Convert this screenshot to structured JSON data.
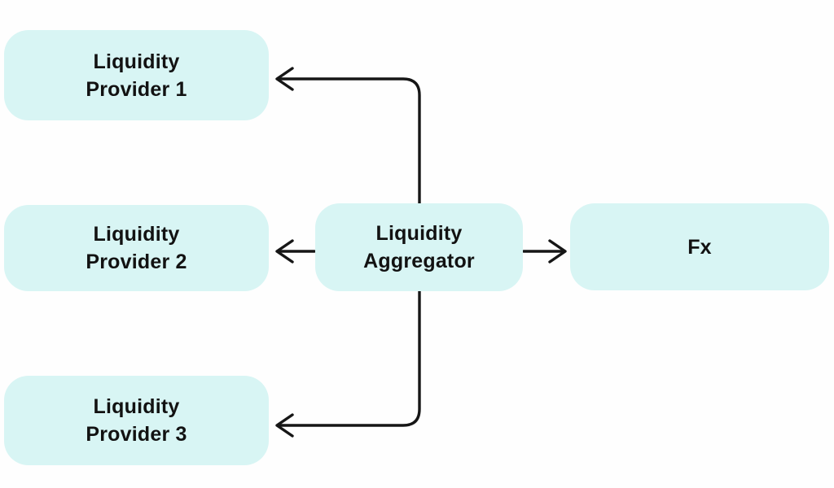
{
  "diagram": {
    "type": "flow-diagram",
    "nodes": {
      "provider1": {
        "line1": "Liquidity",
        "line2": "Provider 1"
      },
      "provider2": {
        "line1": "Liquidity",
        "line2": "Provider 2"
      },
      "provider3": {
        "line1": "Liquidity",
        "line2": "Provider 3"
      },
      "aggregator": {
        "line1": "Liquidity",
        "line2": "Aggregator"
      },
      "fx": {
        "line1": "Fx",
        "line2": ""
      }
    },
    "edges": [
      {
        "from": "aggregator",
        "to": "provider1",
        "route": "up-then-left",
        "arrowhead": "at-provider1"
      },
      {
        "from": "aggregator",
        "to": "provider2",
        "route": "straight-left",
        "arrowhead": "at-provider2"
      },
      {
        "from": "aggregator",
        "to": "fx",
        "route": "straight-right",
        "arrowhead": "at-fx"
      },
      {
        "from": "aggregator",
        "to": "provider3",
        "route": "down-then-left",
        "arrowhead": "at-provider3"
      }
    ],
    "colors": {
      "node_fill": "#d8f5f4",
      "edge_stroke": "#161616",
      "text": "#121212",
      "background": "#fefefe"
    }
  }
}
